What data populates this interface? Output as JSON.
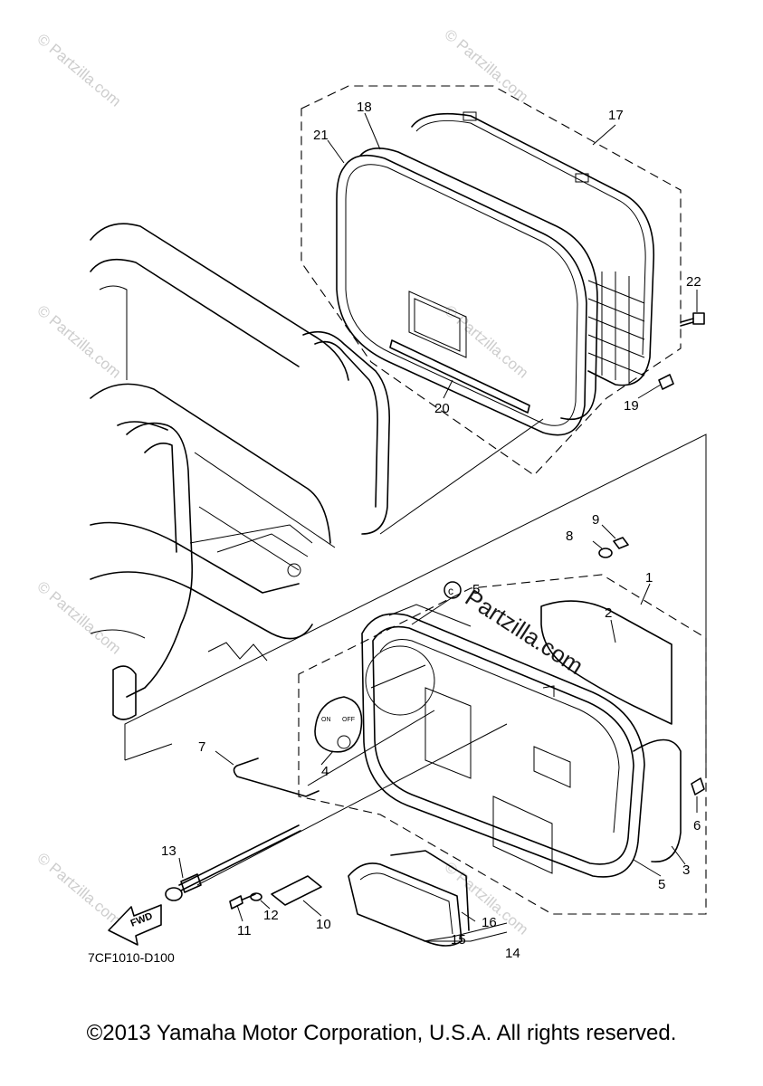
{
  "diagram": {
    "part_labels": {
      "p1": "1",
      "p2": "2",
      "p3": "3",
      "p4": "4",
      "p5a": "5",
      "p5b": "5",
      "p6": "6",
      "p7": "7",
      "p8": "8",
      "p9": "9",
      "p10": "10",
      "p11": "11",
      "p12": "12",
      "p13": "13",
      "p14": "14",
      "p15": "15",
      "p16": "16",
      "p17": "17",
      "p18": "18",
      "p19": "19",
      "p20": "20",
      "p21": "21",
      "p22": "22"
    },
    "fwd_label": "FWD",
    "switch_on": "ON",
    "switch_off": "OFF",
    "drawing_code": "7CF1010-D100",
    "watermark": "© Partzilla.com",
    "watermark_text": "Partzilla.com",
    "copyright": "©2013 Yamaha Motor Corporation, U.S.A. All rights reserved."
  }
}
